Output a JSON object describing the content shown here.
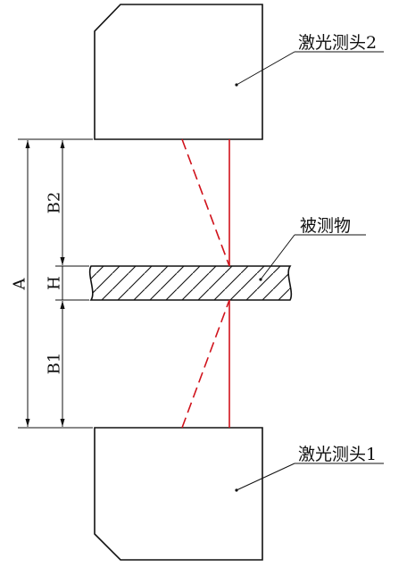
{
  "labels": {
    "sensor_top": "激光测头2",
    "sensor_bottom": "激光测头1",
    "object": "被测物",
    "dim_a": "A",
    "dim_b2": "B2",
    "dim_h": "H",
    "dim_b1": "B1"
  },
  "colors": {
    "outline": "#111111",
    "laser": "#d0121b",
    "background": "#ffffff"
  }
}
